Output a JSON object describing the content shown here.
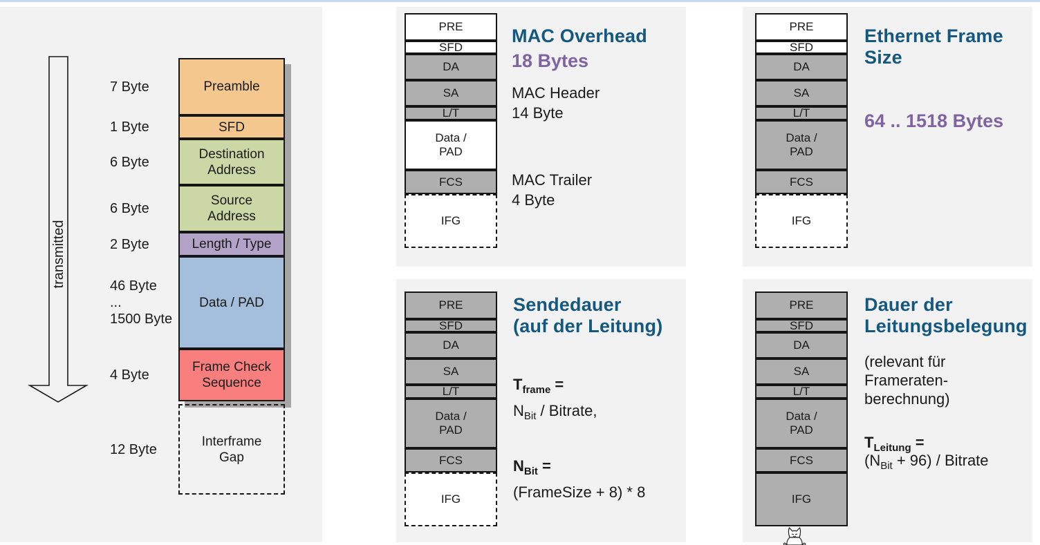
{
  "colors": {
    "title_blue": "#14577F",
    "accent_purple": "#8064A2",
    "stack_gray": "#AFAFAF",
    "panel_bg": "#F2F2F2",
    "top_strip_blue": "#C5D9F1",
    "preamble_orange": "#F4C78F",
    "address_green": "#CBD8A5",
    "length_type_purple": "#B3A2C8",
    "data_pad_blue": "#A3BFDB",
    "fcs_red": "#F97F7F",
    "shadow_gray": "#A6A6A6"
  },
  "left_diagram": {
    "arrow_label": "transmitted",
    "rows": [
      {
        "key": "preamble",
        "size": "7 Byte",
        "label": "Preamble",
        "color_key": "preamble_orange"
      },
      {
        "key": "sfd",
        "size": "1 Byte",
        "label": "SFD",
        "color_key": "preamble_orange"
      },
      {
        "key": "destination-address",
        "size": "6 Byte",
        "label": "Destination\nAddress",
        "color_key": "address_green"
      },
      {
        "key": "source-address",
        "size": "6 Byte",
        "label": "Source\nAddress",
        "color_key": "address_green"
      },
      {
        "key": "length-type",
        "size": "2 Byte",
        "label": "Length / Type",
        "color_key": "length_type_purple"
      },
      {
        "key": "data-pad",
        "size": "46 Byte\n...\n1500 Byte",
        "label": "Data / PAD",
        "color_key": "data_pad_blue"
      },
      {
        "key": "fcs",
        "size": "4 Byte",
        "label": "Frame Check\nSequence",
        "color_key": "fcs_red"
      },
      {
        "key": "ifg",
        "size": "12 Byte",
        "label": "Interframe\nGap",
        "dashed": true
      }
    ]
  },
  "panels": {
    "mac_overhead": {
      "title": "MAC Overhead",
      "subtitle": "18 Bytes",
      "header_text": "MAC Header\n14 Byte",
      "trailer_text": "MAC Trailer\n4 Byte",
      "stack": [
        {
          "label": "PRE",
          "shade": "white"
        },
        {
          "label": "SFD",
          "shade": "white"
        },
        {
          "label": "DA",
          "shade": "gray"
        },
        {
          "label": "SA",
          "shade": "gray"
        },
        {
          "label": "L/T",
          "shade": "gray"
        },
        {
          "label": "Data /\nPAD",
          "shade": "white"
        },
        {
          "label": "FCS",
          "shade": "gray"
        },
        {
          "label": "IFG",
          "shade": "white",
          "dashed": true
        }
      ]
    },
    "frame_size": {
      "title": "Ethernet Frame\nSize",
      "subtitle": "64 .. 1518 Bytes",
      "stack": [
        {
          "label": "PRE",
          "shade": "white"
        },
        {
          "label": "SFD",
          "shade": "white"
        },
        {
          "label": "DA",
          "shade": "gray"
        },
        {
          "label": "SA",
          "shade": "gray"
        },
        {
          "label": "L/T",
          "shade": "gray"
        },
        {
          "label": "Data /\nPAD",
          "shade": "gray"
        },
        {
          "label": "FCS",
          "shade": "gray"
        },
        {
          "label": "IFG",
          "shade": "white",
          "dashed": true
        }
      ]
    },
    "sendedauer": {
      "title": "Sendedauer\n(auf der Leitung)",
      "f_tframe": {
        "base": "T",
        "sub": "frame",
        "rest": " ="
      },
      "f_nbit_expr": {
        "base": "N",
        "sub": "Bit",
        "rest": " / Bitrate,"
      },
      "f_nbit": {
        "base": "N",
        "sub": "Bit",
        "rest": " ="
      },
      "f_framesize": "(FrameSize + 8) * 8",
      "stack": [
        {
          "label": "PRE",
          "shade": "gray"
        },
        {
          "label": "SFD",
          "shade": "gray"
        },
        {
          "label": "DA",
          "shade": "gray"
        },
        {
          "label": "SA",
          "shade": "gray"
        },
        {
          "label": "L/T",
          "shade": "gray"
        },
        {
          "label": "Data /\nPAD",
          "shade": "gray"
        },
        {
          "label": "FCS",
          "shade": "gray"
        },
        {
          "label": "IFG",
          "shade": "white",
          "dashed": true
        }
      ]
    },
    "leitungsbelegung": {
      "title": "Dauer der\nLeitungsbelegung",
      "note": "(relevant für\nFrameraten-\nberechnung)",
      "f_tleitung": {
        "base": "T",
        "sub": "Leitung",
        "rest": " ="
      },
      "f_expr": {
        "pre": "(N",
        "sub": "Bit",
        "rest": " + 96) / Bitrate"
      },
      "stack": [
        {
          "label": "PRE",
          "shade": "gray"
        },
        {
          "label": "SFD",
          "shade": "gray"
        },
        {
          "label": "DA",
          "shade": "gray"
        },
        {
          "label": "SA",
          "shade": "gray"
        },
        {
          "label": "L/T",
          "shade": "gray"
        },
        {
          "label": "Data /\nPAD",
          "shade": "gray"
        },
        {
          "label": "FCS",
          "shade": "gray"
        },
        {
          "label": "IFG",
          "shade": "gray"
        }
      ]
    }
  }
}
